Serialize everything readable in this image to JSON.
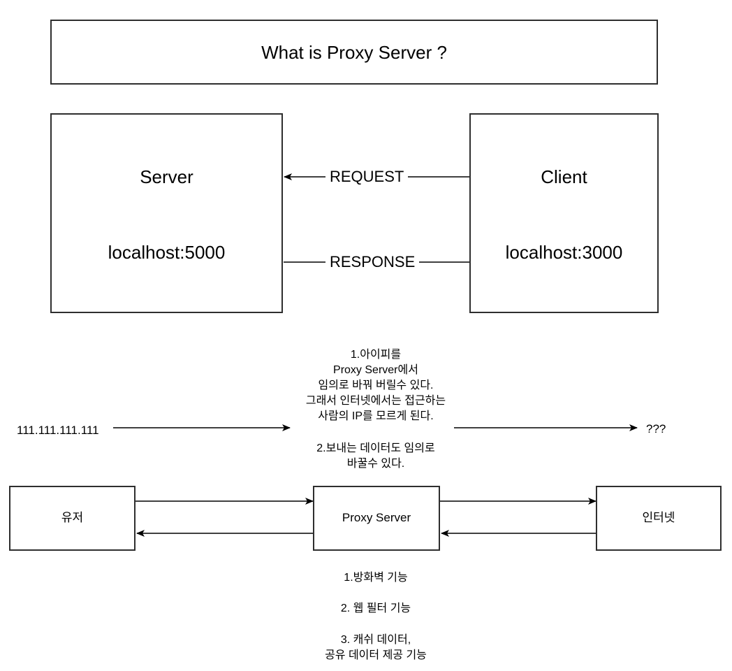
{
  "diagram": {
    "title": "What is Proxy Server ?",
    "background_color": "#ffffff",
    "stroke_color": "#2e2e2e",
    "text_color": "#000000"
  },
  "top_section": {
    "server": {
      "title": "Server",
      "address": "localhost:5000"
    },
    "client": {
      "title": "Client",
      "address": "localhost:3000"
    },
    "flows": {
      "request_label": "REQUEST",
      "response_label": "RESPONSE"
    }
  },
  "middle_section": {
    "source_ip": "111.111.111.111",
    "unknown_ip": "???",
    "annotation_top": "1.아이피를\nProxy Server에서\n임의로 바꿔 버릴수 있다.\n그래서 인터넷에서는 접근하는\n사람의 IP를 모르게 된다.",
    "annotation_bottom": "2.보내는 데이터도 임의로\n바꿀수 있다."
  },
  "bottom_section": {
    "user": {
      "label": "유저"
    },
    "proxy": {
      "label": "Proxy Server"
    },
    "internet": {
      "label": "인터넷"
    },
    "features": [
      "1.방화벽 기능",
      "2. 웹 필터 기능",
      "3. 캐쉬 데이터,\n공유 데이터 제공 기능"
    ]
  }
}
